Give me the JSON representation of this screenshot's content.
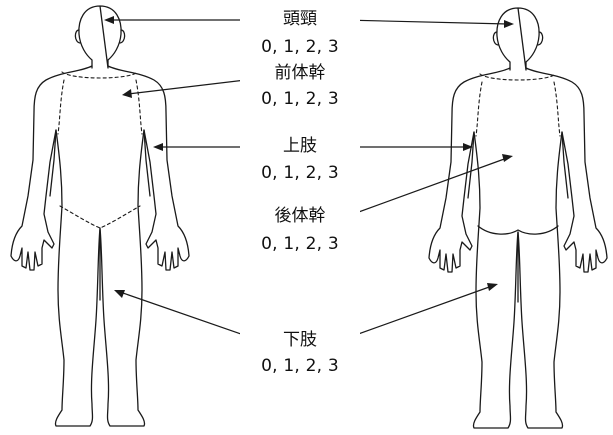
{
  "regions": [
    {
      "id": "head_neck",
      "label": "頭頸",
      "scale": "0, 1, 2, 3"
    },
    {
      "id": "anterior_trunk",
      "label": "前体幹",
      "scale": "0, 1, 2, 3"
    },
    {
      "id": "upper_limbs",
      "label": "上肢",
      "scale": "0, 1, 2, 3"
    },
    {
      "id": "posterior_trunk",
      "label": "後体幹",
      "scale": "0, 1, 2, 3"
    },
    {
      "id": "lower_limbs",
      "label": "下肢",
      "scale": "0, 1, 2, 3"
    }
  ],
  "figure_views": [
    "front",
    "back"
  ]
}
